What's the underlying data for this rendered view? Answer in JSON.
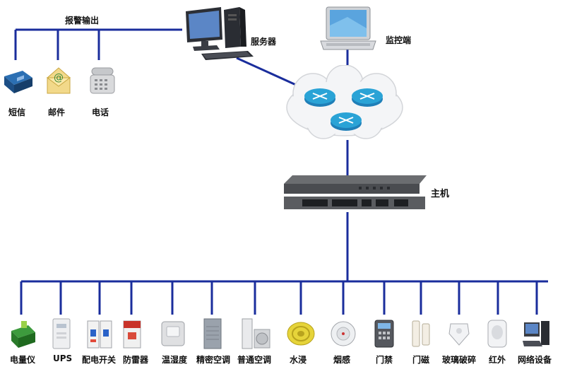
{
  "labels": {
    "alarm_output": "报警输出",
    "server": "服务器",
    "monitor": "监控端",
    "host": "主机"
  },
  "alarm_devices": [
    "短信",
    "邮件",
    "电话"
  ],
  "sensors": [
    "电量仪",
    "UPS",
    "配电开关",
    "防雷器",
    "温湿度",
    "精密空调",
    "普通空调",
    "水浸",
    "烟感",
    "门禁",
    "门磁",
    "玻璃破碎",
    "红外",
    "网络设备"
  ],
  "colors": {
    "wire": "#1a2d9c",
    "cloud_fill": "#f4f5f7",
    "router": "#2aa3d6"
  }
}
